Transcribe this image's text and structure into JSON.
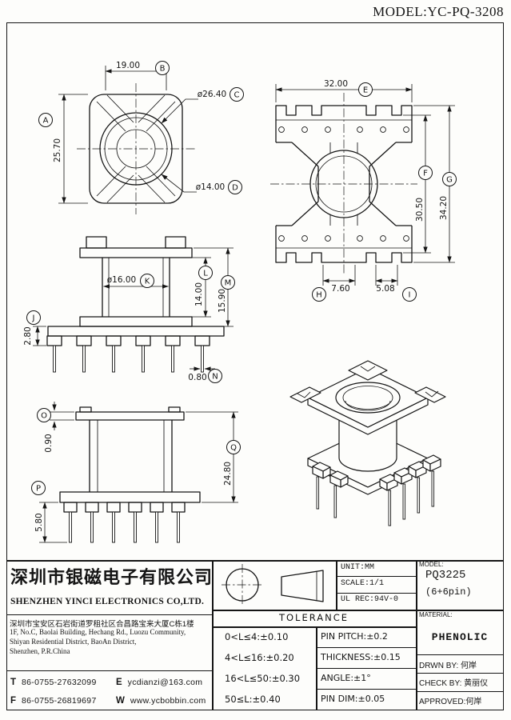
{
  "sheet": {
    "header_model": "MODEL:YC-PQ-3208"
  },
  "drawing": {
    "front": {
      "w": {
        "v": "19.00",
        "b": "B"
      },
      "h": {
        "v": "25.70",
        "b": "A"
      },
      "od": {
        "v": "ø26.40",
        "b": "C"
      },
      "id": {
        "v": "ø14.00",
        "b": "D"
      }
    },
    "top": {
      "w": {
        "v": "32.00",
        "b": "E"
      },
      "ih": {
        "v": "30.50",
        "b": "F"
      },
      "th": {
        "v": "34.20",
        "b": "G"
      },
      "pg": {
        "v": "7.60",
        "b": "H"
      },
      "pp": {
        "v": "5.08",
        "b": "I"
      }
    },
    "side": {
      "hh": {
        "v": "2.80",
        "b": "J"
      },
      "wd": {
        "v": "ø16.00",
        "b": "K"
      },
      "wh": {
        "v": "14.00",
        "b": "L"
      },
      "th": {
        "v": "15.90",
        "b": "M"
      },
      "pw": {
        "v": "0.80",
        "b": "N"
      }
    },
    "stand": {
      "ft": {
        "v": "0.90",
        "b": "O"
      },
      "th": {
        "v": "24.80",
        "b": "Q"
      },
      "pl": {
        "v": "5.80",
        "b": "P"
      }
    }
  },
  "title_block": {
    "company_cn": "深圳市银磁电子有限公司",
    "company_en": "SHENZHEN YINCI ELECTRONICS CO,LTD.",
    "address_cn": "深圳市宝安区石岩街道罗租社区合昌路宝来大厦C栋1楼",
    "address_en_1": "1F, No.C, Baolai Building, Hechang Rd., Luozu Community,",
    "address_en_2": "Shiyan Residential District, BaoAn District,",
    "address_en_3": "Shenzhen, P.R.China",
    "tel_label": "T",
    "tel": "86-0755-27632099",
    "fax_label": "F",
    "fax": "86-0755-26819697",
    "email_label": "E",
    "email": "ycdianzi@163.com",
    "web_label": "W",
    "web": "www.ycbobbin.com",
    "unit": "UNIT:MM",
    "scale": "SCALE:1/1",
    "ul": "UL REC:94V-0",
    "tolerance_title": "TOLERANCE",
    "tol_rows": [
      "0<L≤4:±0.10",
      "4<L≤16:±0.20",
      "16<L≤50:±0.30",
      "50≤L:±0.40"
    ],
    "tol2_rows": [
      "PIN PITCH:±0.2",
      "THICKNESS:±0.15",
      "ANGLE:±1°",
      "PIN DIM:±0.05"
    ],
    "model_label": "MODEL:",
    "model": "PQ3225",
    "pins": "(6+6pin)",
    "material_label": "MATERIAL:",
    "material": "PHENOLIC",
    "drwn_by": "DRWN BY: 何岸",
    "check_by": "CHECK BY: 黄丽仪",
    "approved": "APPROVED:何岸"
  }
}
